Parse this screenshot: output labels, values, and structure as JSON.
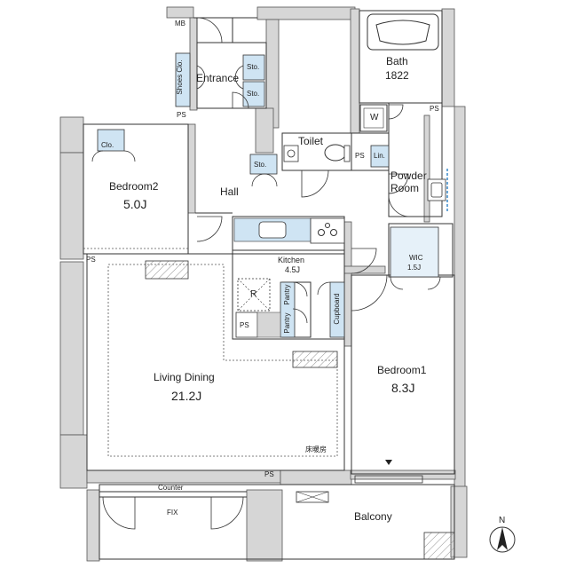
{
  "rooms": {
    "entrance": {
      "name": "Entrance"
    },
    "bath": {
      "name": "Bath",
      "size": "1822"
    },
    "toilet": {
      "name": "Toilet"
    },
    "powder_room": {
      "name": "Powder\nRoom"
    },
    "bedroom2": {
      "name": "Bedroom2",
      "area": "5.0J"
    },
    "hall": {
      "name": "Hall"
    },
    "kitchen": {
      "name": "Kitchen",
      "area": "4.5J"
    },
    "wic": {
      "name": "WIC",
      "area": "1.5J"
    },
    "living_dining": {
      "name": "Living Dining",
      "area": "21.2J"
    },
    "bedroom1": {
      "name": "Bedroom1",
      "area": "8.3J"
    },
    "balcony": {
      "name": "Balcony"
    }
  },
  "fixtures": {
    "mb": "MB",
    "shoes_clo": "Shoes Clo.",
    "sto": "Sto.",
    "ps": "PS",
    "clo": "Clo.",
    "w": "W",
    "lin": "Lin.",
    "refrigerator": "R",
    "pantry": "Pantry",
    "cupboard": "Cupboard",
    "floor_heating": "床暖房",
    "counter": "Counter",
    "fix": "FIX"
  },
  "compass": {
    "label": "N"
  },
  "colors": {
    "wall": "#d6d6d6",
    "wall_stroke": "#555555",
    "storage": "#cfe4f3",
    "line": "#333333"
  }
}
